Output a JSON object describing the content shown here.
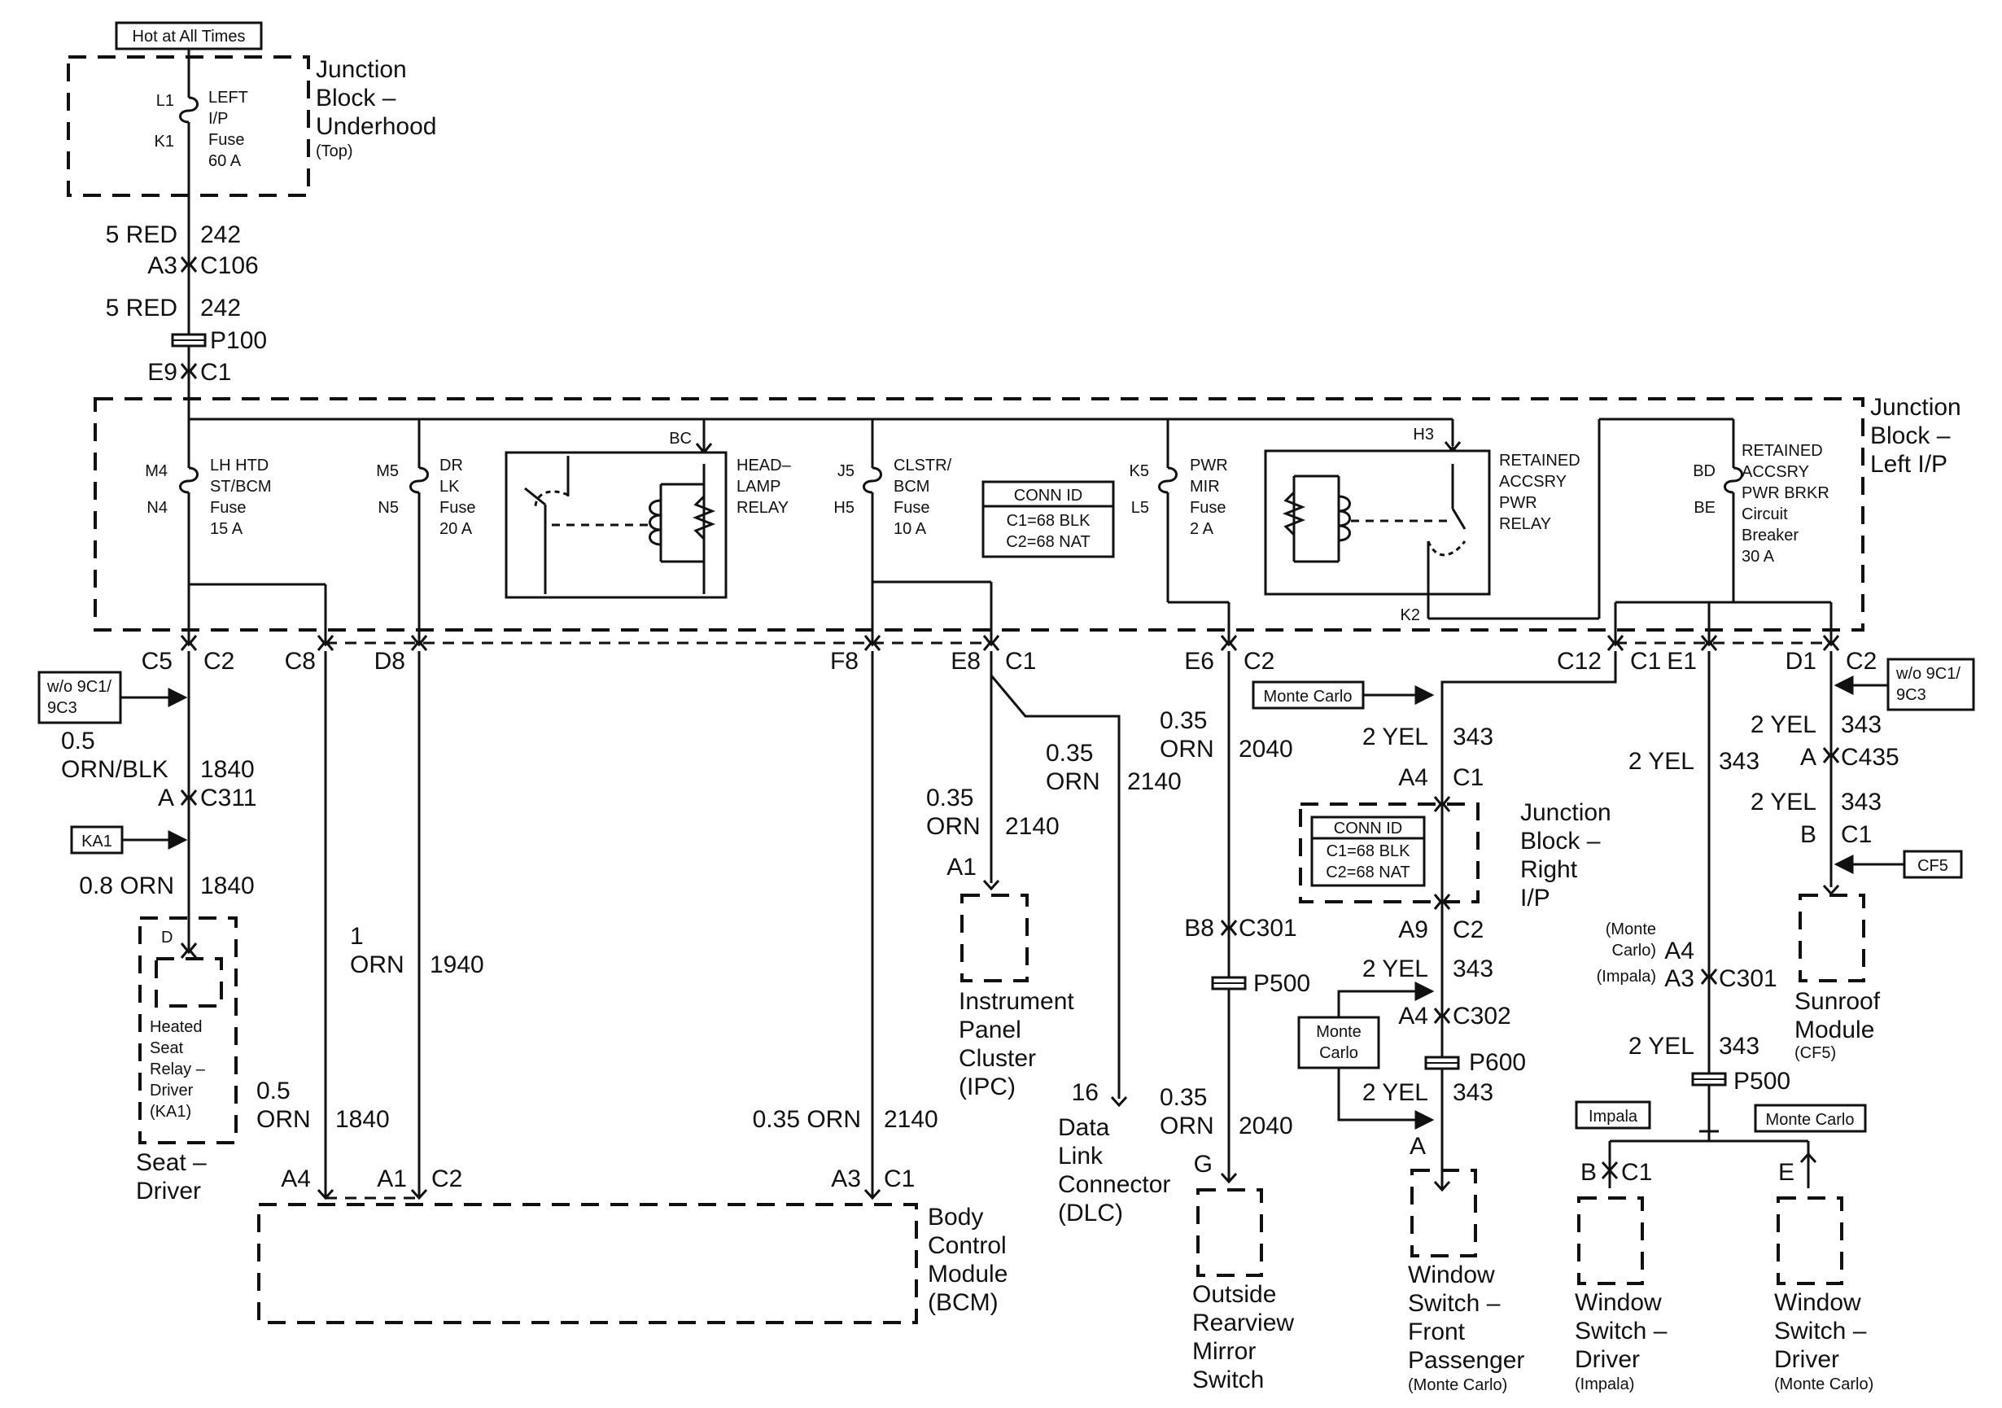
{
  "diagram": {
    "hot_label": "Hot at All Times",
    "jb_underhood": {
      "l1": "Junction",
      "l2": "Block –",
      "l3": "Underhood",
      "sub": "(Top)"
    },
    "fuse_left_ip": {
      "pin_top": "L1",
      "pin_bot": "K1",
      "l1": "LEFT",
      "l2": "I/P",
      "l3": "Fuse",
      "l4": "60 A"
    },
    "feed": {
      "wire1": "5 RED",
      "circ1": "242",
      "pin_a3": "A3",
      "conn_c106": "C106",
      "wire2": "5 RED",
      "circ2": "242",
      "splice_p100": "P100",
      "pin_e9": "E9",
      "conn_c1": "C1"
    },
    "jb_left": {
      "l1": "Junction",
      "l2": "Block –",
      "l3": "Left I/P"
    },
    "fuse_lh": {
      "pin_top": "M4",
      "pin_bot": "N4",
      "l1": "LH HTD",
      "l2": "ST/BCM",
      "l3": "Fuse",
      "l4": "15 A"
    },
    "fuse_dr": {
      "pin_top": "M5",
      "pin_bot": "N5",
      "l1": "DR",
      "l2": "LK",
      "l3": "Fuse",
      "l4": "20 A"
    },
    "headlamp_relay": {
      "pin": "BC",
      "l1": "HEAD–",
      "l2": "LAMP",
      "l3": "RELAY"
    },
    "fuse_clstr": {
      "pin_top": "J5",
      "pin_bot": "H5",
      "l1": "CLSTR/",
      "l2": "BCM",
      "l3": "Fuse",
      "l4": "10 A"
    },
    "conn_id_left": {
      "title": "CONN ID",
      "r1": "C1=68 BLK",
      "r2": "C2=68 NAT"
    },
    "fuse_pwr_mir": {
      "pin_top": "K5",
      "pin_bot": "L5",
      "l1": "PWR",
      "l2": "MIR",
      "l3": "Fuse",
      "l4": "2 A"
    },
    "retained_relay": {
      "pin_top": "H3",
      "pin_bot": "K2",
      "l1": "RETAINED",
      "l2": "ACCSRY",
      "l3": "PWR",
      "l4": "RELAY"
    },
    "breaker": {
      "pin_top": "BD",
      "pin_bot": "BE",
      "l1": "RETAINED",
      "l2": "ACCSRY",
      "l3": "PWR BRKR",
      "l4": "Circuit",
      "l5": "Breaker",
      "l6": "30 A"
    },
    "bottom_pins": {
      "c5": "C5",
      "c2a": "C2",
      "c8": "C8",
      "d8": "D8",
      "f8": "F8",
      "e8": "E8",
      "c1a": "C1",
      "e6": "E6",
      "c2b": "C2",
      "c12": "C12",
      "c1b": "C1",
      "e1": "E1",
      "d1": "D1",
      "c2c": "C2"
    },
    "heated_seat": {
      "option": "w/o 9C1/\n9C3",
      "w1a": "0.5",
      "w1b": "ORN/BLK",
      "c1": "1840",
      "pin_a": "A",
      "conn": "C311",
      "ka1": "KA1",
      "w2": "0.8 ORN",
      "c2": "1840",
      "pin_d": "D",
      "l1": "Heated",
      "l2": "Seat",
      "l3": "Relay –",
      "l4": "Driver",
      "l5": "(KA1)",
      "m1": "Seat –",
      "m2": "Driver"
    },
    "bcm_wires": {
      "w1a": "0.5",
      "w1b": "ORN",
      "c1": "1840",
      "w2a": "1",
      "w2b": "ORN",
      "c2": "1940",
      "w3": "0.35 ORN",
      "c3": "2140",
      "pin_a4": "A4",
      "pin_a1": "A1",
      "conn_c2": "C2",
      "pin_a3": "A3",
      "conn_c1": "C1",
      "l1": "Body",
      "l2": "Control",
      "l3": "Module",
      "l4": "(BCM)"
    },
    "ipc": {
      "w1a": "0.35",
      "w1b": "ORN",
      "c1": "2140",
      "pin": "A1",
      "l1": "Instrument",
      "l2": "Panel",
      "l3": "Cluster",
      "l4": "(IPC)"
    },
    "dlc": {
      "w1a": "0.35",
      "w1b": "ORN",
      "c1": "2140",
      "pin": "16",
      "l1": "Data",
      "l2": "Link",
      "l3": "Connector",
      "l4": "(DLC)"
    },
    "mirror": {
      "w1a": "0.35",
      "w1b": "ORN",
      "c1": "2040",
      "pin_b8": "B8",
      "conn": "C301",
      "splice": "P500",
      "w2a": "0.35",
      "w2b": "ORN",
      "c2": "2040",
      "pin_g": "G",
      "l1": "Outside",
      "l2": "Rearview",
      "l3": "Mirror",
      "l4": "Switch"
    },
    "front_pass": {
      "option": "Monte Carlo",
      "w1": "2 YEL",
      "c1": "343",
      "pin_a4": "A4",
      "conn_c1": "C1",
      "jb_l1": "Junction",
      "jb_l2": "Block –",
      "jb_l3": "Right",
      "jb_l4": "I/P",
      "conn_title": "CONN ID",
      "conn_r1": "C1=68 BLK",
      "conn_r2": "C2=68 NAT",
      "pin_a9": "A9",
      "conn_c2": "C2",
      "w2": "2 YEL",
      "c2": "343",
      "pin_a4b": "A4",
      "conn_c302": "C302",
      "splice": "P600",
      "opt2a": "Monte",
      "opt2b": "Carlo",
      "w3": "2 YEL",
      "c3": "343",
      "pin_a": "A",
      "l1": "Window",
      "l2": "Switch –",
      "l3": "Front",
      "l4": "Passenger",
      "l5": "(Monte Carlo)"
    },
    "driver_sw": {
      "w1": "2 YEL",
      "c1": "343",
      "mc1": "(Monte",
      "mc2": "Carlo)",
      "pin_a4": "A4",
      "imp": "(Impala)",
      "pin_a3": "A3",
      "conn": "C301",
      "w2": "2 YEL",
      "c2": "343",
      "splice": "P500",
      "opt_imp": "Impala",
      "opt_mc": "Monte Carlo",
      "pin_b": "B",
      "conn_c1": "C1",
      "pin_e": "E",
      "imp_l1": "Window",
      "imp_l2": "Switch –",
      "imp_l3": "Driver",
      "imp_l4": "(Impala)",
      "mc_l1": "Window",
      "mc_l2": "Switch –",
      "mc_l3": "Driver",
      "mc_l4": "(Monte Carlo)"
    },
    "sunroof": {
      "option": "w/o 9C1/\n9C3",
      "w1": "2 YEL",
      "c1": "343",
      "pin_a": "A",
      "conn": "C435",
      "w2": "2 YEL",
      "c2": "343",
      "pin_b": "B",
      "conn_c1": "C1",
      "cf5": "CF5",
      "l1": "Sunroof",
      "l2": "Module",
      "l3": "(CF5)"
    }
  }
}
